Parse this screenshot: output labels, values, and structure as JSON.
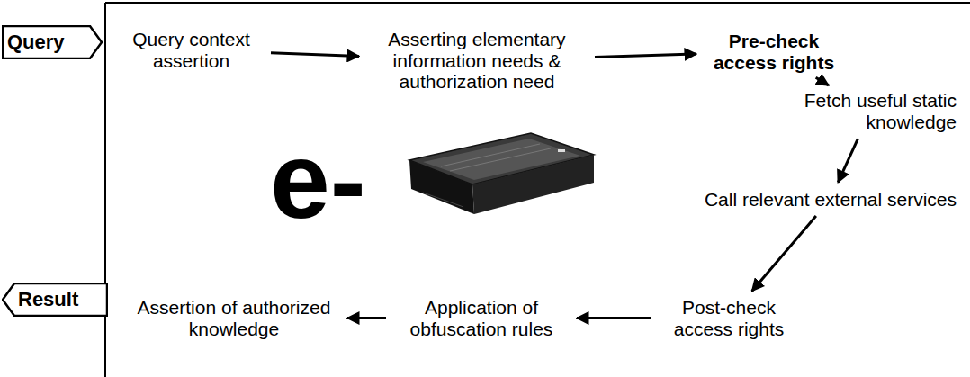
{
  "diagram": {
    "nodes": [
      {
        "text": [
          "Query"
        ]
      },
      {
        "text": [
          "Query context assertion"
        ]
      },
      {
        "text": [
          "Asserting elementary information needs & authorization need"
        ]
      },
      {
        "text": [
          "Pre-check access rights"
        ]
      },
      {
        "text": [
          "Fetch useful static knowledge"
        ]
      },
      {
        "text": [
          "Call relevant external services"
        ]
      },
      {
        "text": [
          "Post-check access rights"
        ]
      },
      {
        "text": [
          "Application of obfuscation rules"
        ]
      },
      {
        "text": [
          "Assertion of authorized knowledge"
        ]
      },
      {
        "text": [
          "Result"
        ]
      }
    ],
    "edges": [
      {
        "from": 1,
        "to": 2,
        "arrow": "to"
      },
      {
        "from": 2,
        "to": 3,
        "arrow": "to"
      },
      {
        "from": 3,
        "to": 4,
        "arrow": "to"
      },
      {
        "from": 4,
        "to": 5,
        "arrow": "to"
      },
      {
        "from": 5,
        "to": 6,
        "arrow": "to"
      },
      {
        "from": 6,
        "to": 7,
        "arrow": "to"
      },
      {
        "from": 7,
        "to": 8,
        "arrow": "to"
      }
    ],
    "labels": [
      "e-"
    ]
  }
}
